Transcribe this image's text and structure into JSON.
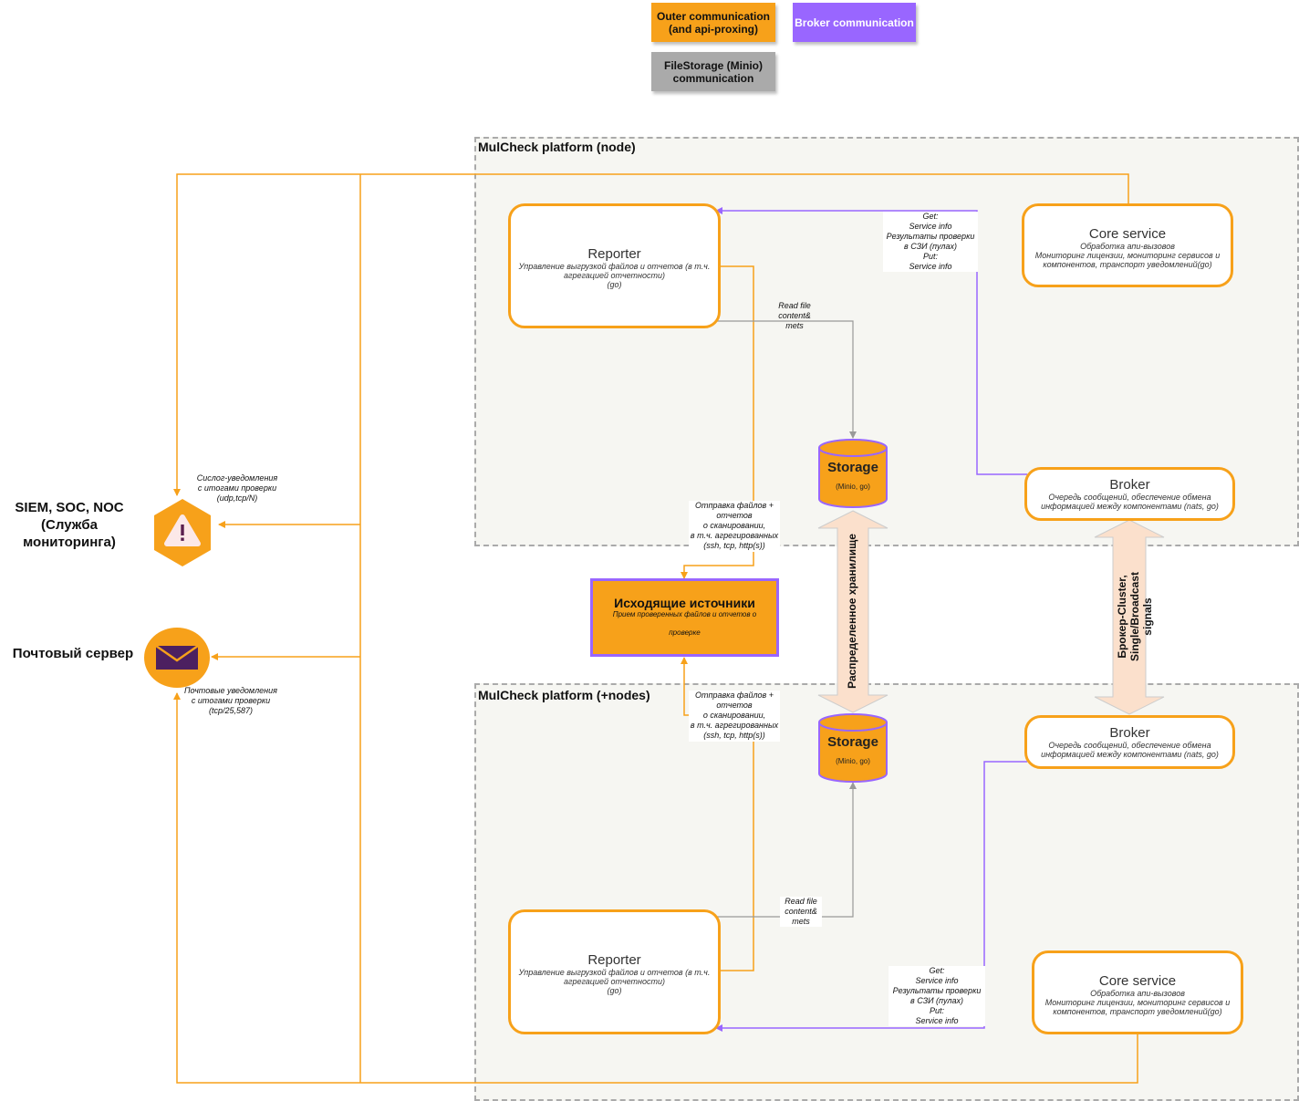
{
  "legend": {
    "outer": "Outer communication\n(and api-proxing)",
    "broker": "Broker communication",
    "filestorage": "FileStorage (Minio)\ncommunication"
  },
  "colors": {
    "orange": "#f7a11a",
    "purple": "#9966ff",
    "gray": "#aaaaaa",
    "peach": "#fbe0cc"
  },
  "regions": {
    "node_title": "MulCheck platform (node)",
    "nodes_title": "MulCheck platform (+nodes)"
  },
  "top": {
    "reporter": {
      "title": "Reporter",
      "desc": "Управление выгрузкой файлов и отчетов (в т.ч.\nагрегацией отчетности)\n(go)"
    },
    "core": {
      "title": "Core service",
      "desc": "Обработка апи-вызовов\nМониторинг лицензии, мониторинг сервисов и\nкомпонентов, транспорт уведомлений(go)"
    },
    "broker": {
      "title": "Broker",
      "desc": "Очередь сообщений, обеспечение обмена\nинформацией между компонентами (nats, go)"
    },
    "storage": {
      "title": "Storage",
      "desc": "(Minio, go)"
    },
    "broker_note": "Get:\nService info\nРезультаты проверки\nв СЗИ (пулах)\nPut:\nService info",
    "read_note": "Read file\ncontent&\nmets",
    "send_note": "Отправка файлов +\nотчетов\nо сканировании,\nв т.ч. агрегированных\n(ssh, tcp, http(s))"
  },
  "bottom": {
    "reporter": {
      "title": "Reporter",
      "desc": "Управление выгрузкой файлов и отчетов (в т.ч.\nагрегацией отчетности)\n(go)"
    },
    "core": {
      "title": "Core service",
      "desc": "Обработка апи-вызовов\nМониторинг лицензии, мониторинг сервисов и\nкомпонентов, транспорт уведомлений(go)"
    },
    "broker": {
      "title": "Broker",
      "desc": "Очередь сообщений, обеспечение обмена\nинформацией между компонентами (nats, go)"
    },
    "storage": {
      "title": "Storage",
      "desc": "(Minio, go)"
    },
    "broker_note": "Get:\nService info\nРезультаты проверки\nв СЗИ (пулах)\nPut:\nService info",
    "read_note": "Read file\ncontent&\nmets",
    "send_note": "Отправка файлов +\nотчетов\nо сканировании,\nв т.ч. агрегированных\n(ssh, tcp, http(s))"
  },
  "outgoing": {
    "title": "Исходящие источники",
    "desc": "Прием проверенных файлов и отчетов о\n\nпроверке"
  },
  "arrows": {
    "storage_link": "Распределенное хранилище",
    "broker_link": "Брокер-Cluster, Single/Broadcast\nsignals"
  },
  "external": {
    "siem_label": "SIEM, SOC, NOC\n(Служба\nмониторинга)",
    "siem_note": "Сислог-уведомления\nс итогами проверки\n(udp,tcp/N)",
    "siem_icon": "warning-icon",
    "mail_label": "Почтовый сервер",
    "mail_note": "Почтовые уведомления\nс итогами проверки\n(tcp/25,587)",
    "mail_icon": "envelope-icon"
  }
}
